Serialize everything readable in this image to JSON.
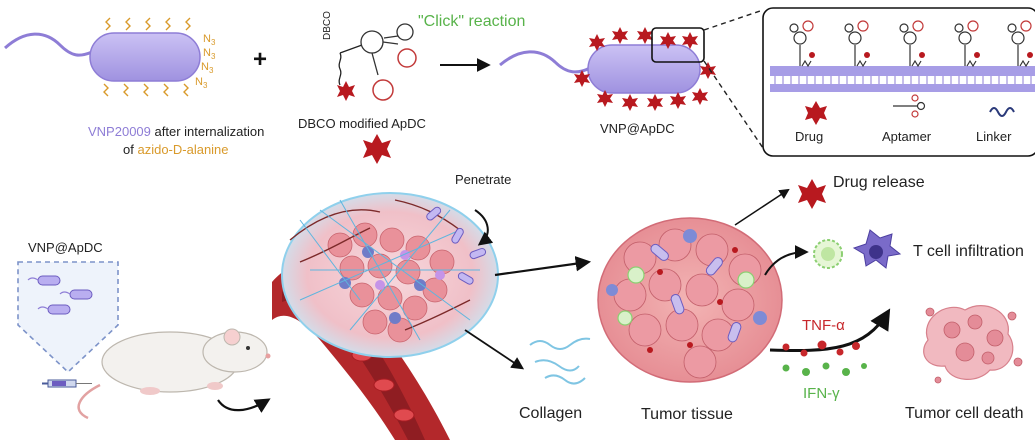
{
  "labels": {
    "bacterium_name": "VNP20009",
    "after_internalization": "after internalization",
    "of_text": "of",
    "azido_alanine": "azido-D-alanine",
    "apdc": "DBCO modified ApDC",
    "dbco_tag": "DBCO",
    "click_reaction": "\"Click\" reaction",
    "vnp_apdc": "VNP@ApDC",
    "vnp_apdc_mouse": "VNP@ApDC",
    "penetrate": "Penetrate",
    "drug_release": "Drug release",
    "t_cell": "T cell infiltration",
    "tnf": "TNF-α",
    "ifn": "IFN-γ",
    "collagen": "Collagen",
    "tumor_tissue": "Tumor tissue",
    "tumor_death": "Tumor cell death",
    "plus": "+",
    "azide_n": "N",
    "azide_sub": "3"
  },
  "legend": {
    "drug": "Drug",
    "aptamer": "Aptamer",
    "linker": "Linker"
  },
  "colors": {
    "purple": "#8e7dd6",
    "purple_light": "#c1b6f0",
    "orange": "#d99a2b",
    "green": "#58b34a",
    "drug_red": "#b8191f",
    "tumor_pink": "#e88d95"
  },
  "icons": [
    "star-drug-icon",
    "aptamer-icon",
    "linker-icon",
    "mouse-icon",
    "syringe-icon",
    "t-cell-icon",
    "blood-vessel-icon"
  ]
}
